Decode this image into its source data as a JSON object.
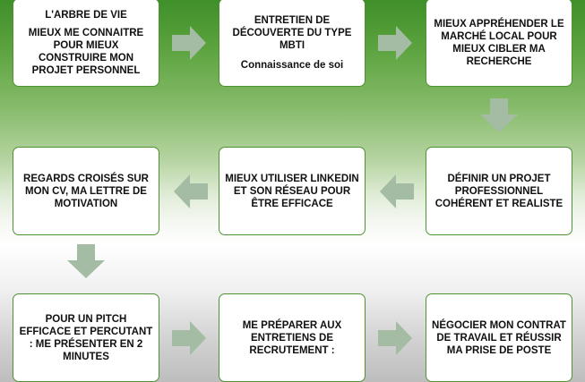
{
  "steps": [
    {
      "title": "L'ARBRE DE VIE",
      "text": "MIEUX ME CONNAITRE POUR MIEUX CONSTRUIRE MON PROJET PERSONNEL"
    },
    {
      "title": "ENTRETIEN DE DÉCOUVERTE DU TYPE MBTI",
      "subtitle": "Connaissance de soi"
    },
    {
      "title": "MIEUX APPRÉHENDER LE MARCHÉ LOCAL POUR MIEUX CIBLER MA RECHERCHE"
    },
    {
      "title": "REGARDS CROISÉS SUR MON CV, MA LETTRE DE MOTIVATION"
    },
    {
      "title": "MIEUX UTILISER LINKEDIN ET SON RÉSEAU POUR ÊTRE EFFICACE"
    },
    {
      "title": "DÉFINIR UN PROJET PROFESSIONNEL COHÉRENT ET REALISTE"
    },
    {
      "title": "POUR UN PITCH EFFICACE ET PERCUTANT : ME PRÉSENTER EN 2 MINUTES"
    },
    {
      "title": "ME PRÉPARER AUX ENTRETIENS DE RECRUTEMENT :"
    },
    {
      "title": "NÉGOCIER MON CONTRAT DE TRAVAIL ET RÉUSSIR MA PRISE DE POSTE"
    }
  ],
  "colors": {
    "box_border": "#4e9332",
    "arrow": "#a3bca3",
    "background_top": "#3f8f2a",
    "background_bottom": "#bdbdbd"
  }
}
